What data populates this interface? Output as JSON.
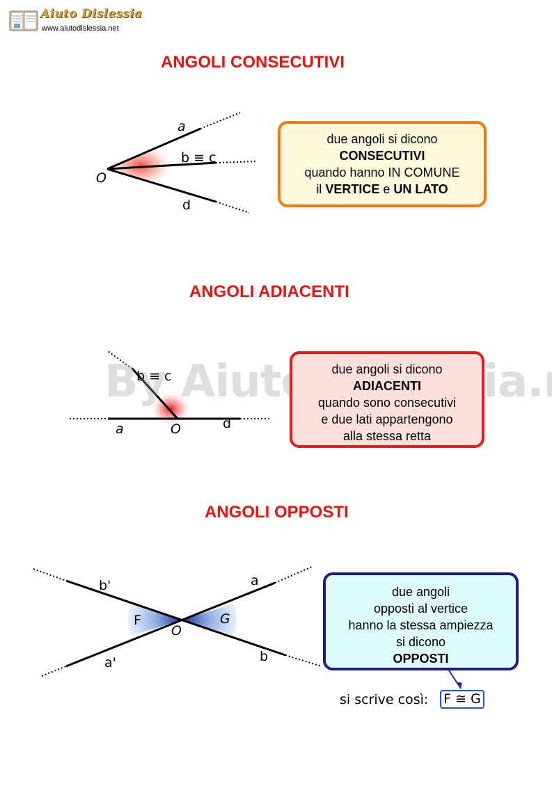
{
  "header": {
    "logo_title": "Aiuto Dislessia",
    "logo_url": "www.aiutodislessia.net"
  },
  "watermark": "By AiutoDislessia.net",
  "sections": [
    {
      "title": "ANGOLI CONSECUTIVI",
      "labels": {
        "a": "a",
        "bc": "b ≡ c",
        "o": "O",
        "d": "d"
      },
      "box": {
        "line1": "due angoli si dicono",
        "line2": "CONSECUTIVI",
        "line3": "quando hanno IN COMUNE",
        "line4_pre": "il ",
        "line4_b1": "VERTICE",
        "line4_mid": " e ",
        "line4_b2": "UN LATO"
      }
    },
    {
      "title": "ANGOLI ADIACENTI",
      "labels": {
        "bc": "b ≡ c",
        "a": "a",
        "o": "O",
        "d": "d"
      },
      "box": {
        "line1": "due angoli si dicono",
        "line2": "ADIACENTI",
        "line3": "quando sono consecutivi",
        "line4": "e due lati appartengono",
        "line5": "alla stessa retta"
      }
    },
    {
      "title": "ANGOLI OPPOSTI",
      "labels": {
        "b_prime": "b'",
        "a": "a",
        "f": "F",
        "o": "O",
        "g": "G",
        "a_prime": "a'",
        "b": "b"
      },
      "box": {
        "line1": "due angoli",
        "line2": "opposti al vertice",
        "line3": "hanno la stessa ampiezza",
        "line4": "si dicono",
        "line5": "OPPOSTI"
      },
      "formula_label": "si scrive così:",
      "formula": "F ≅ G"
    }
  ],
  "colors": {
    "title_red": "#ee1111",
    "box1_border": "#f57a0e",
    "box2_border": "#ee1a1a",
    "box3_border": "#1f1a8c",
    "formula_border": "#1e5ad8"
  }
}
